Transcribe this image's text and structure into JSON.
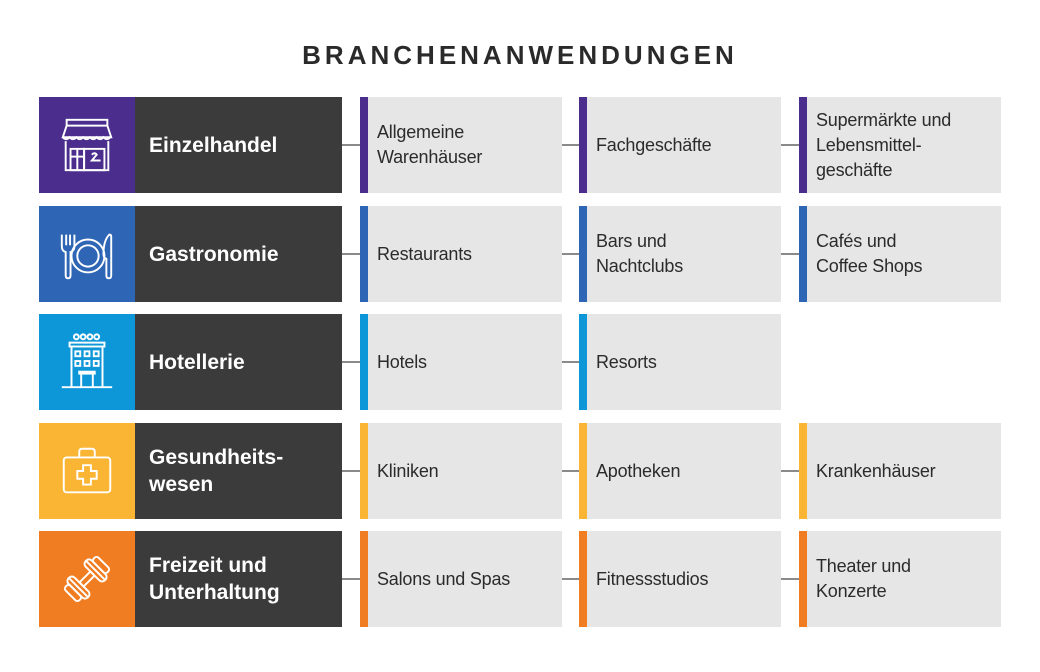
{
  "title": "BRANCHENANWENDUNGEN",
  "colors": {
    "dark_label": "#3b3b3b",
    "card_bg": "#e6e6e6",
    "connector": "#8a8a8a"
  },
  "rows": [
    {
      "label": "Einzelhandel",
      "icon": "storefront-icon",
      "color": "#4a2d8c",
      "items": [
        "Allgemeine\nWarenhäuser",
        "Fachgeschäfte",
        "Supermärkte und\nLebensmittel-\ngeschäfte"
      ]
    },
    {
      "label": "Gastronomie",
      "icon": "plate-fork-knife-icon",
      "color": "#2e65b4",
      "items": [
        "Restaurants",
        "Bars und\nNachtclubs",
        "Cafés und\nCoffee Shops"
      ]
    },
    {
      "label": "Hotellerie",
      "icon": "hotel-building-icon",
      "color": "#0e97d8",
      "items": [
        "Hotels",
        "Resorts"
      ]
    },
    {
      "label": "Gesundheits-\nwesen",
      "icon": "first-aid-kit-icon",
      "color": "#f9b533",
      "items": [
        "Kliniken",
        "Apotheken",
        "Krankenhäuser"
      ]
    },
    {
      "label": "Freizeit und\nUnterhaltung",
      "icon": "dumbbell-icon",
      "color": "#f07d22",
      "items": [
        "Salons und Spas",
        "Fitnessstudios",
        "Theater und\nKonzerte"
      ]
    }
  ]
}
